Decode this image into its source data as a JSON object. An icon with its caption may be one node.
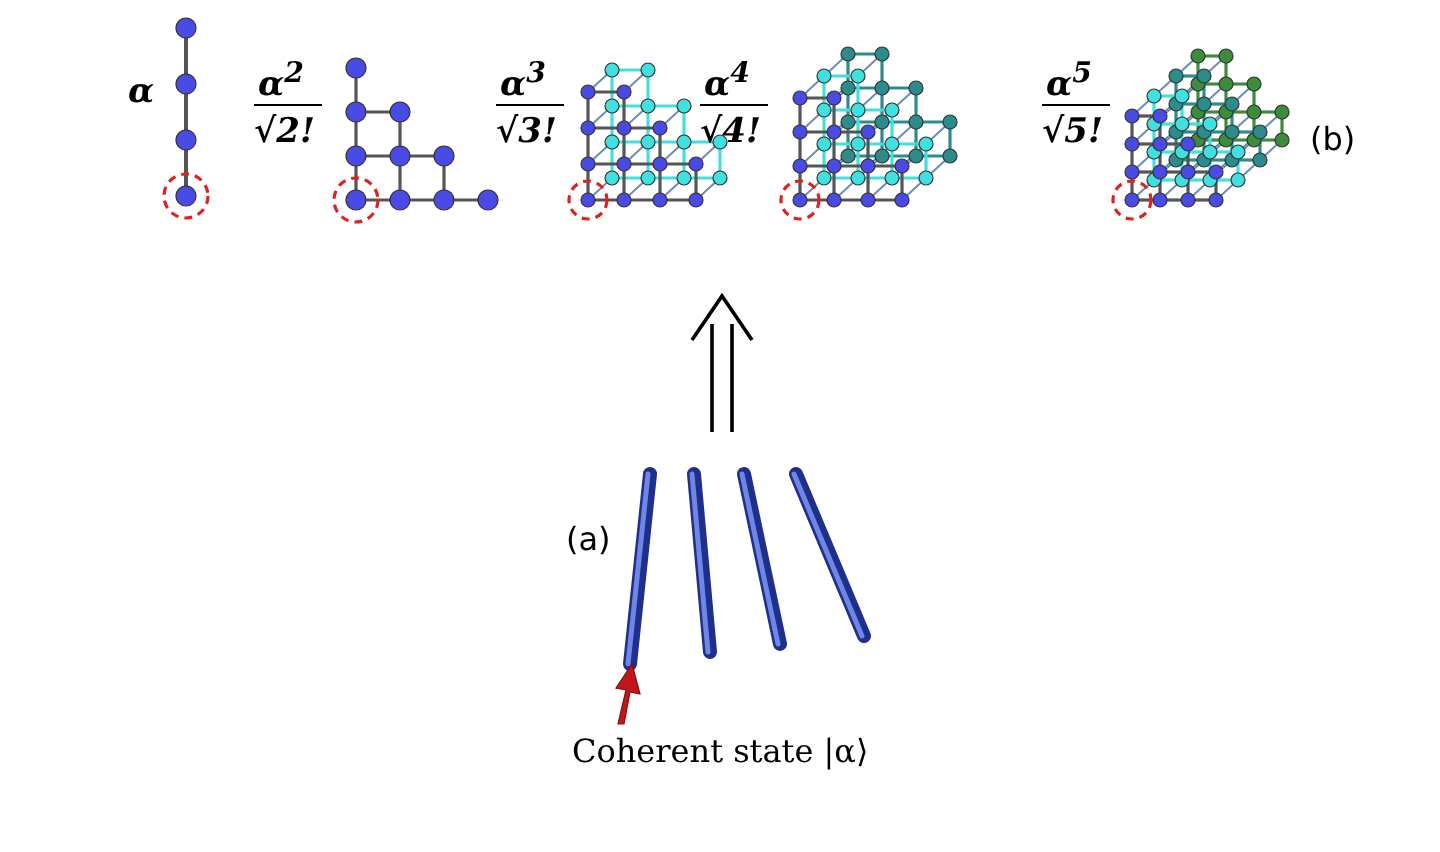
{
  "diagram": {
    "labels": [
      "α",
      "α$^{2}$",
      "√2!",
      "α$^{3}$",
      "√3!",
      "α$^{4}$",
      "√4!",
      "α$^{5}$",
      "√5!",
      "(b)",
      "(a)",
      "Coherent state |α⟩"
    ]
  }
}
